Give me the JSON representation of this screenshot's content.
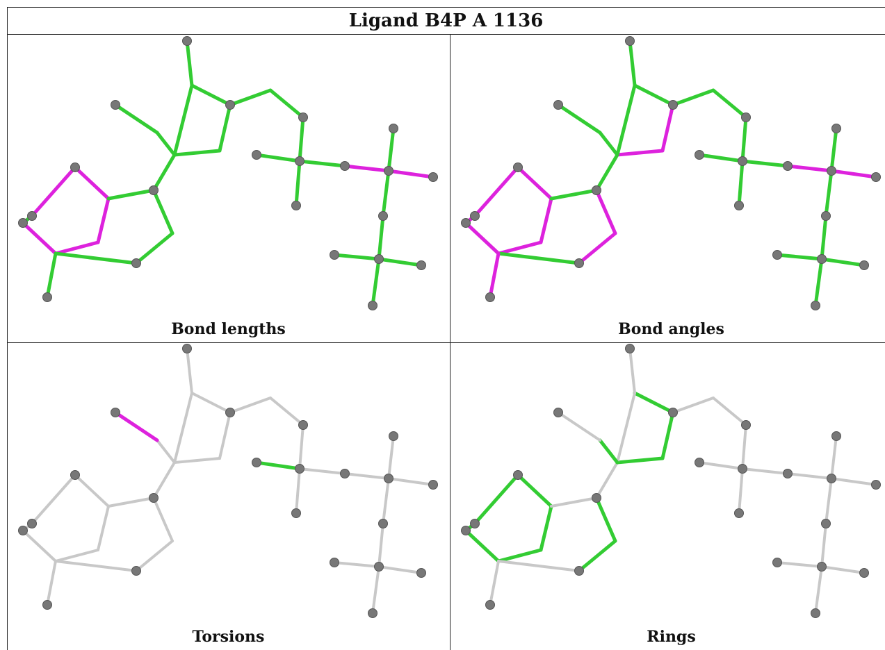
{
  "title": "Ligand B4P A 1136",
  "colors": {
    "outlier": "#dd22dd",
    "ok": "#33cc33",
    "none": "#c8c8c8",
    "atom": "#777777"
  },
  "panels": [
    {
      "id": "lengths",
      "caption": "Bond lengths",
      "magenta": [
        [
          0,
          1
        ],
        [
          1,
          2
        ],
        [
          2,
          3
        ],
        [
          3,
          4
        ],
        [
          4,
          5
        ],
        [
          8,
          9
        ],
        [
          9,
          10
        ],
        [
          15,
          20
        ],
        [
          20,
          21
        ],
        [
          21,
          22
        ],
        [
          21,
          25
        ],
        [
          22,
          23
        ]
      ]
    },
    {
      "id": "angles",
      "caption": "Bond angles",
      "magenta": [
        [
          0,
          1
        ],
        [
          1,
          2
        ],
        [
          2,
          3
        ],
        [
          3,
          4
        ],
        [
          4,
          5
        ],
        [
          5,
          0
        ],
        [
          6,
          7
        ],
        [
          7,
          8
        ],
        [
          8,
          9
        ],
        [
          9,
          4
        ],
        [
          9,
          10
        ],
        [
          10,
          11
        ],
        [
          11,
          12
        ],
        [
          21,
          22
        ],
        [
          22,
          23
        ],
        [
          23,
          24
        ],
        [
          23,
          26
        ]
      ]
    },
    {
      "id": "torsions",
      "caption": "Torsions",
      "green": [
        [
          15,
          16
        ],
        [
          16,
          17
        ],
        [
          17,
          19
        ],
        [
          19,
          20
        ]
      ],
      "magenta": [
        [
          9,
          10
        ],
        [
          14,
          15
        ],
        [
          20,
          21
        ],
        [
          21,
          23
        ],
        [
          23,
          24
        ]
      ]
    },
    {
      "id": "rings",
      "caption": "Rings",
      "green": [
        [
          0,
          1
        ],
        [
          1,
          2
        ],
        [
          2,
          3
        ],
        [
          3,
          4
        ],
        [
          4,
          5
        ],
        [
          5,
          0
        ],
        [
          4,
          6
        ],
        [
          6,
          7
        ],
        [
          7,
          8
        ],
        [
          8,
          9
        ],
        [
          9,
          10
        ],
        [
          10,
          11
        ],
        [
          11,
          12
        ],
        [
          12,
          13
        ],
        [
          13,
          14
        ],
        [
          14,
          10
        ]
      ]
    }
  ]
}
